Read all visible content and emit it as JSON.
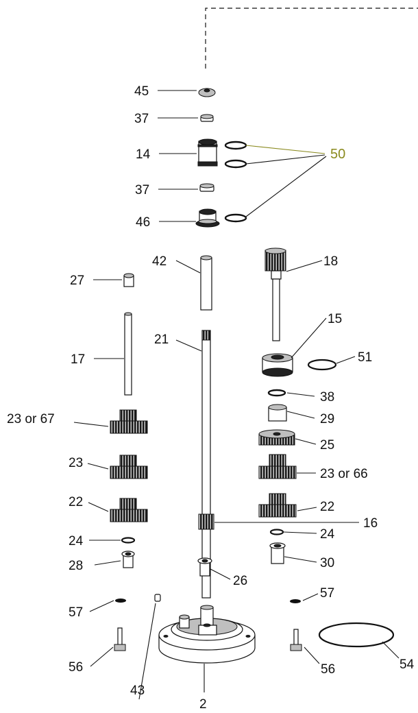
{
  "callouts": [
    {
      "id": "c45",
      "text": "45"
    },
    {
      "id": "c37a",
      "text": "37"
    },
    {
      "id": "c14",
      "text": "14"
    },
    {
      "id": "c37b",
      "text": "37"
    },
    {
      "id": "c46",
      "text": "46"
    },
    {
      "id": "c50",
      "text": "50"
    },
    {
      "id": "c42",
      "text": "42"
    },
    {
      "id": "c18",
      "text": "18"
    },
    {
      "id": "c27",
      "text": "27"
    },
    {
      "id": "c15",
      "text": "15"
    },
    {
      "id": "c21",
      "text": "21"
    },
    {
      "id": "c17",
      "text": "17"
    },
    {
      "id": "c51",
      "text": "51"
    },
    {
      "id": "c38",
      "text": "38"
    },
    {
      "id": "c2367",
      "text": "23 or 67"
    },
    {
      "id": "c29",
      "text": "29"
    },
    {
      "id": "c25",
      "text": "25"
    },
    {
      "id": "c23",
      "text": "23"
    },
    {
      "id": "c2366",
      "text": "23 or 66"
    },
    {
      "id": "c22a",
      "text": "22"
    },
    {
      "id": "c22b",
      "text": "22"
    },
    {
      "id": "c16",
      "text": "16"
    },
    {
      "id": "c24a",
      "text": "24"
    },
    {
      "id": "c24b",
      "text": "24"
    },
    {
      "id": "c28",
      "text": "28"
    },
    {
      "id": "c30",
      "text": "30"
    },
    {
      "id": "c26",
      "text": "26"
    },
    {
      "id": "c57a",
      "text": "57"
    },
    {
      "id": "c57b",
      "text": "57"
    },
    {
      "id": "c56a",
      "text": "56"
    },
    {
      "id": "c56b",
      "text": "56"
    },
    {
      "id": "c54",
      "text": "54"
    },
    {
      "id": "c43",
      "text": "43"
    },
    {
      "id": "c2",
      "text": "2"
    }
  ],
  "colors": {
    "highlight": "#8a8a1e",
    "line": "#111111"
  }
}
